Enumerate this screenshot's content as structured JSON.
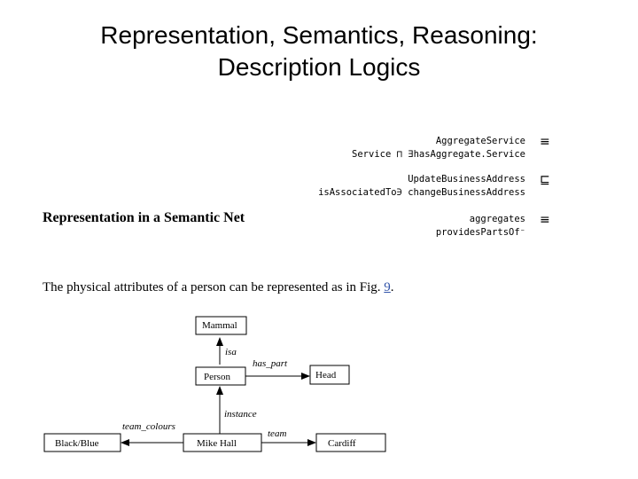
{
  "slide": {
    "title_line1": "Representation, Semantics, Reasoning:",
    "title_line2": "Description Logics"
  },
  "dl_axioms": [
    {
      "lhs": "AggregateService",
      "op": "≡",
      "rhs": "Service ⊓ ∃hasAggregate.Service"
    },
    {
      "lhs": "UpdateBusinessAddress",
      "op": "⊑",
      "rhs": "isAssociatedTo∋ changeBusinessAddress"
    },
    {
      "lhs": "aggregates",
      "op": "≡",
      "rhs": "providesPartsOf⁻"
    }
  ],
  "section": {
    "heading": "Representation in a Semantic Net",
    "paragraph_before": "The physical attributes of a person can be represented as in Fig. ",
    "fig_ref": "9",
    "paragraph_after": "."
  },
  "semantic_net": {
    "nodes": {
      "mammal": "Mammal",
      "person": "Person",
      "head": "Head",
      "black_blue": "Black/Blue",
      "mike_hall": "Mike Hall",
      "cardiff": "Cardiff"
    },
    "edges": {
      "isa": "isa",
      "has_part": "has_part",
      "instance": "instance",
      "team_colours": "team_colours",
      "team": "team"
    }
  }
}
